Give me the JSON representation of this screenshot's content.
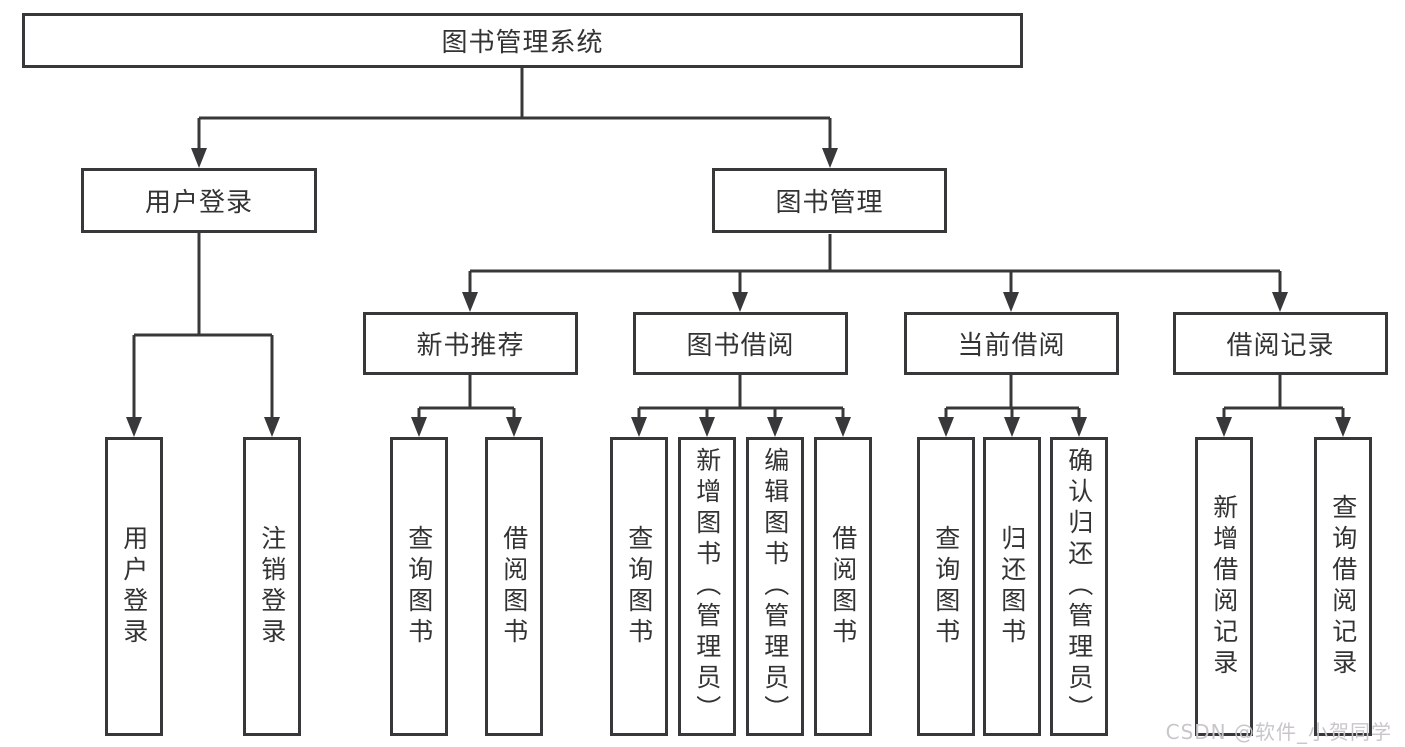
{
  "root": {
    "label": "图书管理系统"
  },
  "login": {
    "label": "用户登录",
    "leaves": [
      {
        "label": "用户登录"
      },
      {
        "label": "注销登录"
      }
    ]
  },
  "management": {
    "label": "图书管理",
    "groups": [
      {
        "label": "新书推荐",
        "leaves": [
          {
            "label": "查询图书"
          },
          {
            "label": "借阅图书"
          }
        ]
      },
      {
        "label": "图书借阅",
        "leaves": [
          {
            "label": "查询图书"
          },
          {
            "label": "新增图书（管理员）"
          },
          {
            "label": "编辑图书（管理员）"
          },
          {
            "label": "借阅图书"
          }
        ]
      },
      {
        "label": "当前借阅",
        "leaves": [
          {
            "label": "查询图书"
          },
          {
            "label": "归还图书"
          },
          {
            "label": "确认归还（管理员）"
          }
        ]
      },
      {
        "label": "借阅记录",
        "leaves": [
          {
            "label": "新增借阅记录"
          },
          {
            "label": "查询借阅记录"
          }
        ]
      }
    ]
  },
  "watermark": {
    "text": "CSDN @软件_小贺同学"
  },
  "colors": {
    "line": "#38383a",
    "text": "#333333",
    "watermark": "#c9c6ca",
    "background": "#ffffff"
  }
}
